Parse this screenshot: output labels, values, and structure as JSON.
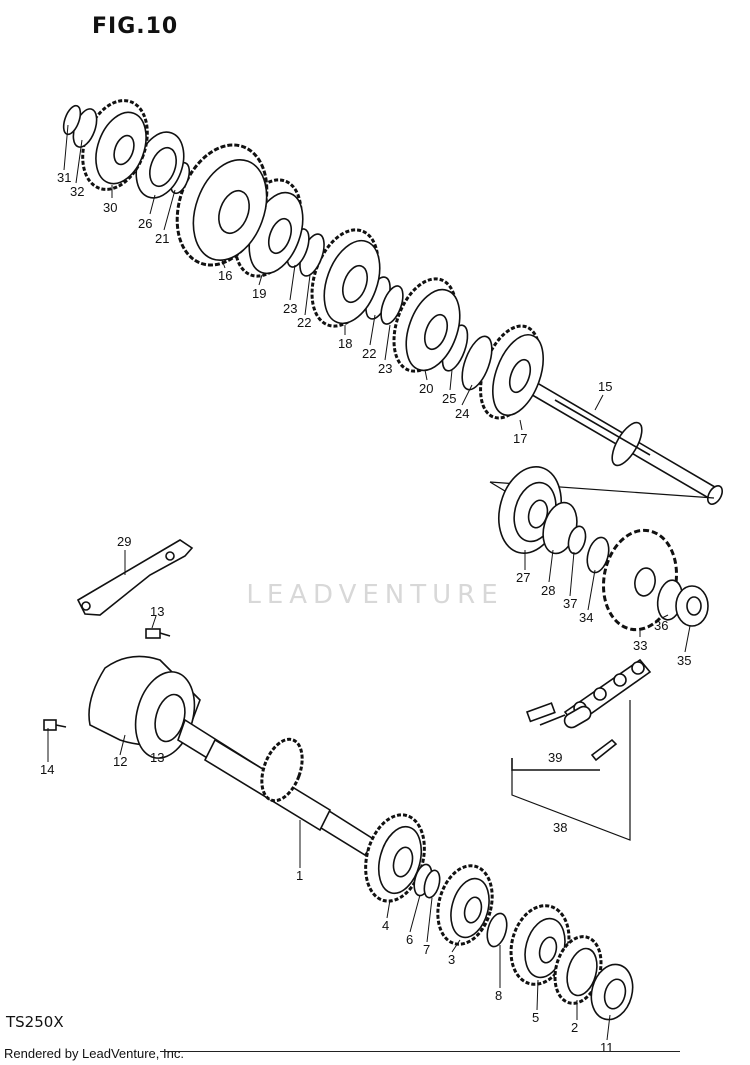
{
  "figure": {
    "title": "FIG.10",
    "model": "TS250X",
    "footer": "Rendered by LeadVenture, Inc.",
    "watermark": "LEADVENTURE"
  },
  "callouts": [
    "31",
    "32",
    "30",
    "26",
    "21",
    "16",
    "19",
    "23",
    "22",
    "18",
    "22",
    "23",
    "20",
    "25",
    "24",
    "17",
    "15",
    "27",
    "28",
    "37",
    "34",
    "33",
    "36",
    "35",
    "29",
    "13",
    "14",
    "12",
    "13",
    "1",
    "4",
    "6",
    "7",
    "3",
    "8",
    "5",
    "2",
    "11",
    "39",
    "38"
  ]
}
